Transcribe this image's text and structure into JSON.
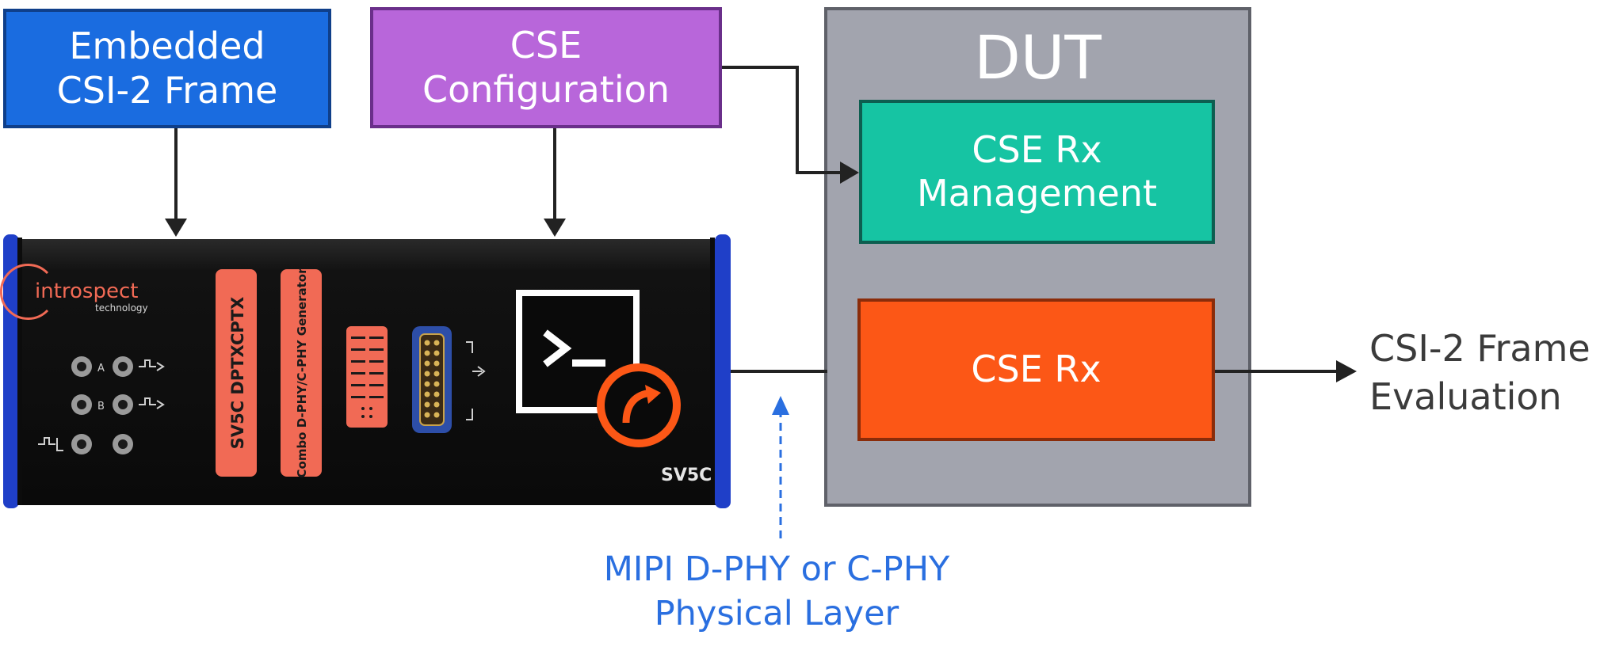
{
  "boxes": {
    "embedded": {
      "line1": "Embedded",
      "line2": "CSI-2 Frame"
    },
    "cse_config": {
      "line1": "CSE",
      "line2": "Configuration"
    },
    "dut": {
      "title": "DUT"
    },
    "cse_rx_mgmt": {
      "line1": "CSE Rx",
      "line2": "Management"
    },
    "cse_rx": {
      "label": "CSE Rx"
    }
  },
  "outputs": {
    "eval_line1": "CSI-2 Frame",
    "eval_line2": "Evaluation"
  },
  "physical_layer": {
    "line1": "MIPI D-PHY or C-PHY",
    "line2": "Physical Layer"
  },
  "device": {
    "brand": "introspect",
    "brand_sub": "technology",
    "model": "SV5C DPTXCPTX",
    "generator": "Combo D-PHY/C-PHY Generator",
    "badge": "SV5C",
    "port_a": "A",
    "port_b": "B"
  },
  "colors": {
    "embedded": "#1a6ce0",
    "cse_config": "#b866da",
    "dut": "#a2a4ae",
    "cse_rx_mgmt": "#16c4a3",
    "cse_rx": "#fc5716",
    "physical_layer_text": "#2a6fe0"
  }
}
